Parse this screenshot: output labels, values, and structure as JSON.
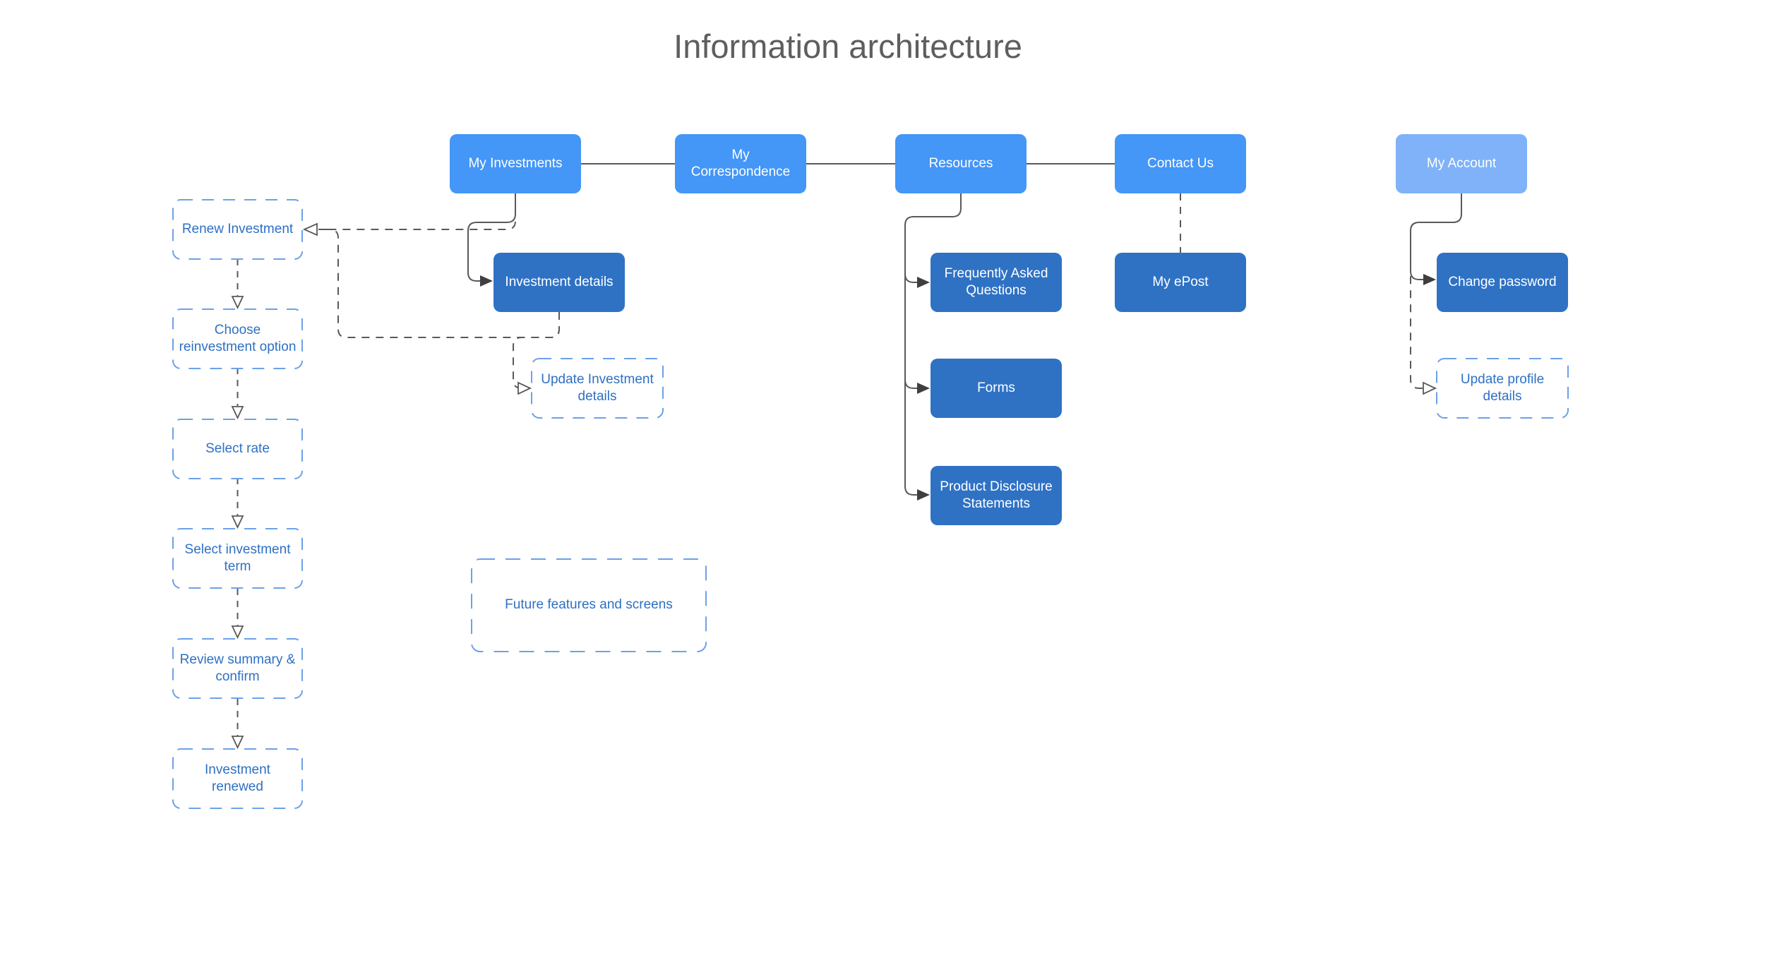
{
  "title": "Information architecture",
  "colors": {
    "primary_blue": "#4496f7",
    "light_blue": "#7fb2f8",
    "dark_blue": "#2f72c4",
    "dashed_box_border": "#6ca1e8",
    "dashed_box_text": "#2e70c4",
    "connector_gray": "#595959",
    "title_gray": "#5e5e5e"
  },
  "nodes": {
    "my_investments": {
      "label": "My Investments"
    },
    "my_correspondence": {
      "label": "My Correspondence"
    },
    "resources": {
      "label": "Resources"
    },
    "contact_us": {
      "label": "Contact Us"
    },
    "my_account": {
      "label": "My Account"
    },
    "investment_details": {
      "label": "Investment details"
    },
    "faq": {
      "label": "Frequently Asked Questions"
    },
    "forms": {
      "label": "Forms"
    },
    "pds": {
      "label": "Product Disclosure Statements"
    },
    "my_epost": {
      "label": "My ePost"
    },
    "change_password": {
      "label": "Change password"
    },
    "update_investment_details": {
      "label": "Update Investment details"
    },
    "update_profile_details": {
      "label": "Update profile details"
    },
    "renew_investment": {
      "label": "Renew Investment"
    },
    "choose_reinvestment_option": {
      "label": "Choose reinvestment option"
    },
    "select_rate": {
      "label": "Select rate"
    },
    "select_investment_term": {
      "label": "Select investment term"
    },
    "review_summary_confirm": {
      "label": "Review summary & confirm"
    },
    "investment_renewed": {
      "label": "Investment renewed"
    },
    "future_features": {
      "label": "Future features and screens"
    }
  },
  "edges": [
    {
      "from": "my_investments",
      "to": "my_correspondence",
      "style": "solid",
      "arrow": "none"
    },
    {
      "from": "my_correspondence",
      "to": "resources",
      "style": "solid",
      "arrow": "none"
    },
    {
      "from": "resources",
      "to": "contact_us",
      "style": "solid",
      "arrow": "none"
    },
    {
      "from": "my_investments",
      "to": "investment_details",
      "style": "solid",
      "arrow": "filled"
    },
    {
      "from": "my_investments",
      "to": "renew_investment",
      "style": "dashed",
      "arrow": "open"
    },
    {
      "from": "investment_details",
      "to": "renew_investment",
      "style": "dashed",
      "arrow": "open"
    },
    {
      "from": "investment_details",
      "to": "update_investment_details",
      "style": "dashed",
      "arrow": "open"
    },
    {
      "from": "resources",
      "to": "faq",
      "style": "solid",
      "arrow": "filled"
    },
    {
      "from": "resources",
      "to": "forms",
      "style": "solid",
      "arrow": "filled"
    },
    {
      "from": "resources",
      "to": "pds",
      "style": "solid",
      "arrow": "filled"
    },
    {
      "from": "contact_us",
      "to": "my_epost",
      "style": "dashed",
      "arrow": "none"
    },
    {
      "from": "my_account",
      "to": "change_password",
      "style": "solid",
      "arrow": "filled"
    },
    {
      "from": "my_account",
      "to": "update_profile_details",
      "style": "dashed",
      "arrow": "open"
    },
    {
      "from": "renew_investment",
      "to": "choose_reinvestment_option",
      "style": "dashed",
      "arrow": "open"
    },
    {
      "from": "choose_reinvestment_option",
      "to": "select_rate",
      "style": "dashed",
      "arrow": "open"
    },
    {
      "from": "select_rate",
      "to": "select_investment_term",
      "style": "dashed",
      "arrow": "open"
    },
    {
      "from": "select_investment_term",
      "to": "review_summary_confirm",
      "style": "dashed",
      "arrow": "open"
    },
    {
      "from": "review_summary_confirm",
      "to": "investment_renewed",
      "style": "dashed",
      "arrow": "open"
    }
  ]
}
